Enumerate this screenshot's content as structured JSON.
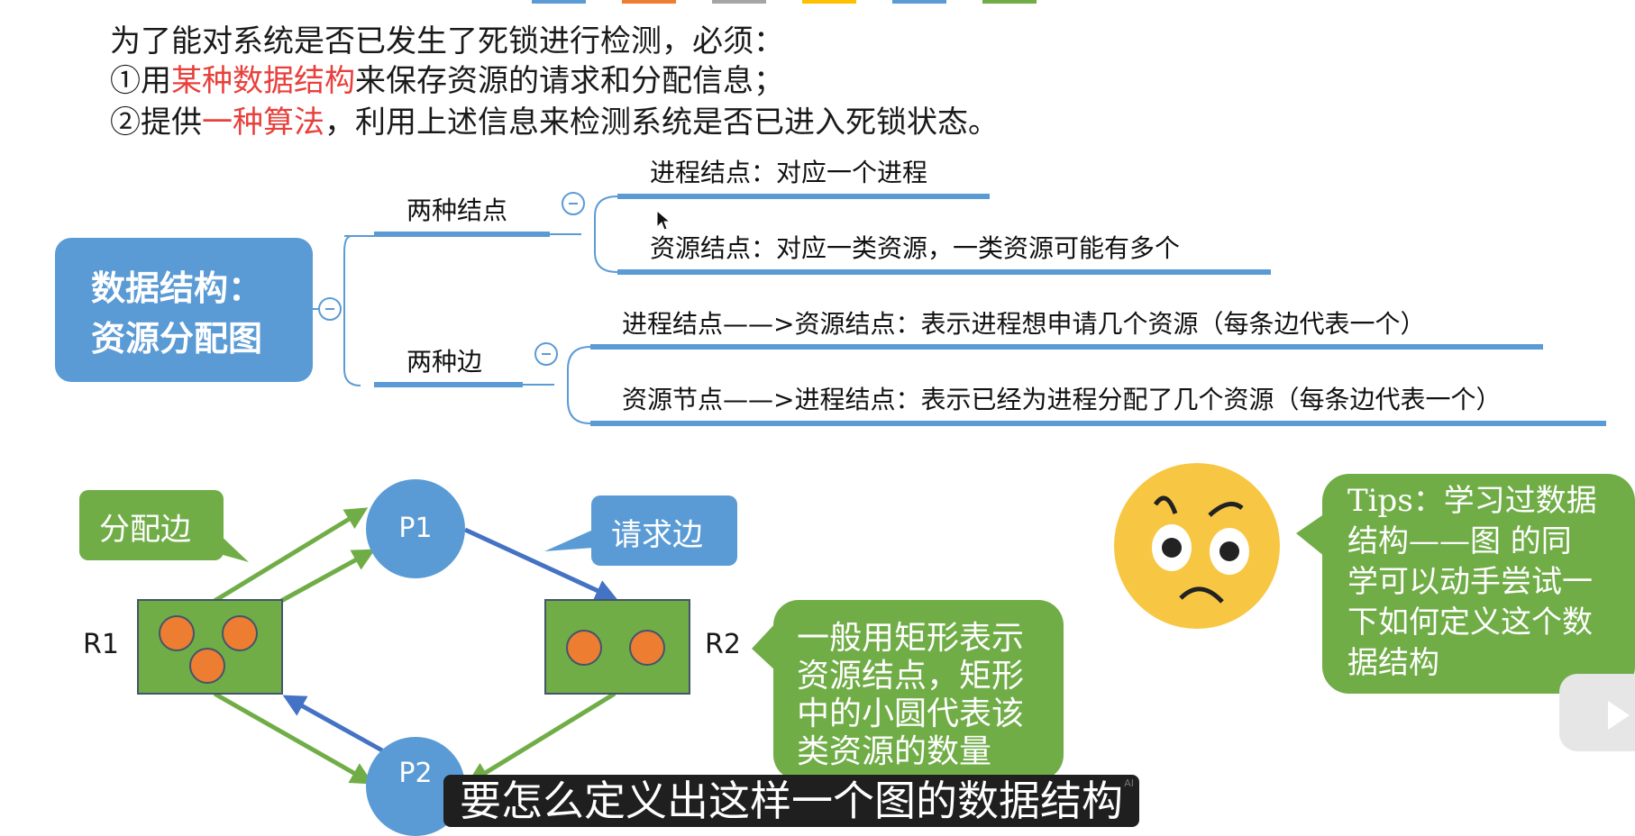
{
  "intro": {
    "line1": "为了能对系统是否已发生了死锁进行检测，必须：",
    "line2_prefix": "①用",
    "line2_highlight": "某种数据结构",
    "line2_suffix": "来保存资源的请求和分配信息；",
    "line3_prefix": "②提供",
    "line3_highlight": "一种算法",
    "line3_suffix": "，利用上述信息来检测系统是否已进入死锁状态。"
  },
  "mindmap": {
    "root_line1": "数据结构：",
    "root_line2": "资源分配图",
    "branch_nodes": "两种结点",
    "node_process": "进程结点：对应一个进程",
    "node_resource": "资源结点：对应一类资源，一类资源可能有多个",
    "branch_edges": "两种边",
    "edge_request": "进程结点——>资源结点：表示进程想申请几个资源（每条边代表一个）",
    "edge_assign": "资源节点——>进程结点：表示已经为进程分配了几个资源（每条边代表一个）"
  },
  "graph": {
    "label_assign": "分配边",
    "label_request": "请求边",
    "p1": "P1",
    "p2": "P2",
    "r1": "R1",
    "r2": "R2",
    "rect_note": "一般用矩形表示资源结点，矩形中的小圆代表该类资源的数量"
  },
  "tips": {
    "text": "Tips：学习过数据结构——图 的同学可以动手尝试一下如何定义这个数据结构"
  },
  "subtitle": {
    "text": "要怎么定义出这样一个图的数据结构",
    "ai_badge": "AI"
  },
  "colors": {
    "accent_blue": "#5b9bd5",
    "green": "#70ad47",
    "orange": "#ed7d31",
    "highlight_red": "#e8403c",
    "emoji_yellow": "#f7c744"
  }
}
